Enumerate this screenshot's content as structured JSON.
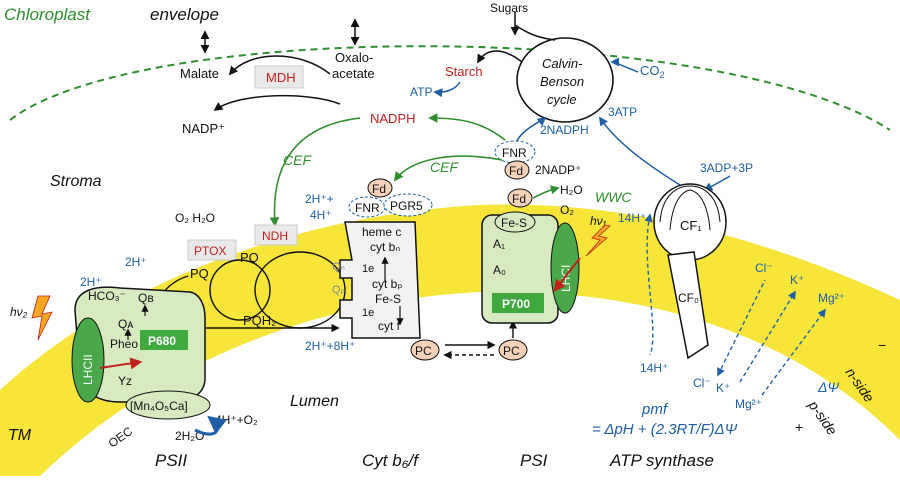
{
  "colors": {
    "membrane": "#f7e53a",
    "green_text": "#2f8f2f",
    "blue_text": "#1f5fa8",
    "red_text": "#c21f1f",
    "complex_fill": "#d8ebc0",
    "complex_dark": "#4aa84a",
    "cofactor_fill": "#f6d2b8",
    "reaction_center": "#3fa83f"
  },
  "icons": {
    "photon": "lightning-bolt-icon",
    "ptox": "oxidase-box-icon",
    "ndh": "dehydrogenase-box-icon",
    "mdh": "malate-dehydrogenase-box-icon"
  },
  "labels": {
    "chloroplast": "Chloroplast",
    "envelope": "envelope",
    "sugars": "Sugars",
    "calvin_l1": "Calvin-",
    "calvin_l2": "Benson",
    "calvin_l3": "cycle",
    "co2_pre": "CO",
    "co2_sub": "2",
    "starch": "Starch",
    "atp_starch": "ATP",
    "nadph": "NADPH",
    "malate": "Malate",
    "oxalo1": "Oxalo-",
    "oxalo2": "acetate",
    "mdh": "MDH",
    "nadp_plus": "NADP⁺",
    "atp3": "3ATP",
    "nadph2": "2NADPH",
    "fnr": "FNR",
    "fd": "Fd",
    "nadp2": "2NADP⁺",
    "h2o": "H₂O",
    "o2": "O₂",
    "wwc": "WWC",
    "cef_left": "CEF",
    "cef_right": "CEF",
    "adp": "3ADP+3P",
    "stroma": "Stroma",
    "o2_h2o": "O₂ H₂O",
    "ptox": "PTOX",
    "ndh": "NDH",
    "h_top": "2H⁺+",
    "h_top2": "4H⁺",
    "fnr2": "FNR",
    "pgr5": "PGR5",
    "heme_c": "heme c",
    "cyt_bn": "cyt bₙ",
    "cyt_bp": "cyt bₚ",
    "fe_s": "Fe-S",
    "cyt_f": "cyt f",
    "one_e": "1e",
    "qn": "Qₙ",
    "qp": "Qₚ",
    "pq": "PQ",
    "pq2": "PQ",
    "pqh2": "PQH₂",
    "pqh2_sub": "PQH",
    "h_bottom": "2H⁺+8H⁺",
    "pc": "PC",
    "pc2": "PC",
    "fes_psi": "Fe-S",
    "a1": "A₁",
    "a0": "A₀",
    "p700": "P700",
    "lhci_psi": "LHCI",
    "hv1": "hν₁",
    "h14_top": "14H⁺",
    "h14_bot": "14H⁺",
    "cf1": "CF₁",
    "cf0": "CF₀",
    "cl_top": "Cl⁻",
    "k_top": "K⁺",
    "mg_top": "Mg²⁺",
    "cl_bot": "Cl⁻",
    "k_bot": "K⁺",
    "mg_bot": "Mg²⁺",
    "n_side": "n-side",
    "p_side": "p-side",
    "minus": "−",
    "plus": "+",
    "delta_psi": "ΔΨ",
    "pmf": "pmf",
    "pmf_eq": "= ΔpH + (2.3RT/F)ΔΨ",
    "h2_psii": "2H⁺",
    "h2_psii_b": "2H⁺",
    "hv2": "hν₂",
    "hco3": "HCO₃⁻",
    "qb": "Qʙ",
    "qa": "Qᴀ",
    "pheo": "Pheo",
    "p680": "P680",
    "lhcii": "LHCII",
    "yz": "Yᴢ",
    "mn": "[Mn₄O₅Ca]",
    "oec": "OEC",
    "h4_o2": "4H⁺+O₂",
    "h2o2": "2H₂O",
    "tm": "TM",
    "lumen": "Lumen",
    "psii": "PSII",
    "cytb6f": "Cyt b₆/f",
    "psi": "PSI",
    "atp_synthase": "ATP synthase"
  }
}
